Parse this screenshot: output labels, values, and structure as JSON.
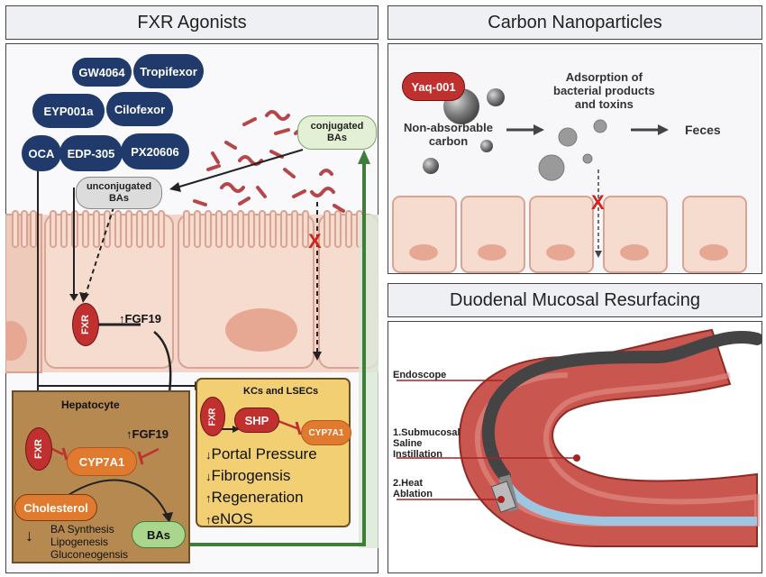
{
  "panels": {
    "fxr_title": "FXR Agonists",
    "carbon_title": "Carbon Nanoparticles",
    "dmr_title": "Duodenal Mucosal Resurfacing"
  },
  "fxr": {
    "agonists": [
      "GW4064",
      "Tropifexor",
      "EYP001a",
      "Cilofexor",
      "OCA",
      "EDP-305",
      "PX20606"
    ],
    "conjugated": [
      "conjugated",
      "BAs"
    ],
    "unconjugated": [
      "unconjugated",
      "BAs"
    ],
    "fxr_label": "FXR",
    "fgf19": "FGF19",
    "hepatocyte": "Hepatocyte",
    "cyp7a1": "CYP7A1",
    "cholesterol": "Cholesterol",
    "bas": "BAs",
    "hep_effects": [
      "BA Synthesis",
      "Lipogenesis",
      "Gluconeogensis"
    ],
    "kcs_title": "KCs and LSECs",
    "shp": "SHP",
    "kcs_effects": [
      "Portal Pressure",
      "Fibrogensis",
      "Regeneration",
      "eNOS"
    ],
    "x_mark": "X"
  },
  "carbon": {
    "yaq": "Yaq-001",
    "non_absorbable": [
      "Non-absorbable",
      "carbon"
    ],
    "adsorption": [
      "Adsorption of",
      "bacterial products",
      "and toxins"
    ],
    "feces": "Feces",
    "x_mark": "X"
  },
  "dmr": {
    "endoscope": "Endoscope",
    "step1": [
      "1.Submucosal",
      "Saline",
      "Instillation"
    ],
    "step2": [
      "2.Heat",
      "Ablation"
    ]
  },
  "colors": {
    "navy": "#1f3a6b",
    "red": "#c0302e",
    "orange": "#e07a2e",
    "green": "#3e7d3a",
    "hepatocyte": "#b5894f",
    "kcs": "#f1cf72"
  }
}
